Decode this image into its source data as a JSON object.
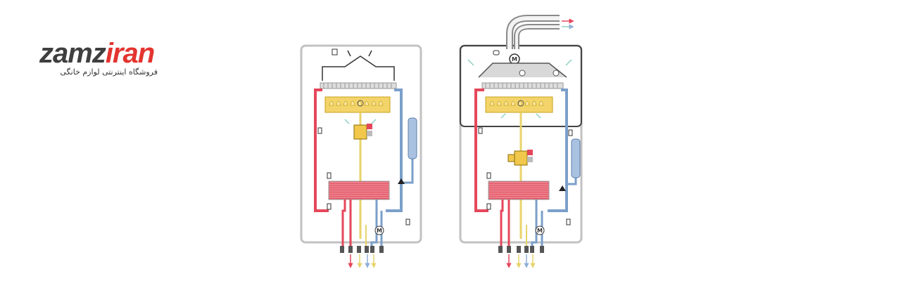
{
  "brand": {
    "name_part1": "zamz",
    "name_part2": "iran",
    "tagline": "فروشگاه اینترنتی لوازم خانگی",
    "colors": {
      "dark": "#3f3f3f",
      "accent": "#e3342f"
    }
  },
  "diagrams": [
    {
      "type": "open-flue-boiler",
      "motor_label": "M"
    },
    {
      "type": "fan-assisted-boiler",
      "motor_label": "M",
      "fan_label": "M"
    }
  ],
  "colors": {
    "hot_pipe": "#e5475a",
    "cold_pipe": "#7b9fca",
    "gas_pipe": "#e8d36a",
    "burner": "#f1c84b",
    "casing": "#b8b8b8"
  }
}
